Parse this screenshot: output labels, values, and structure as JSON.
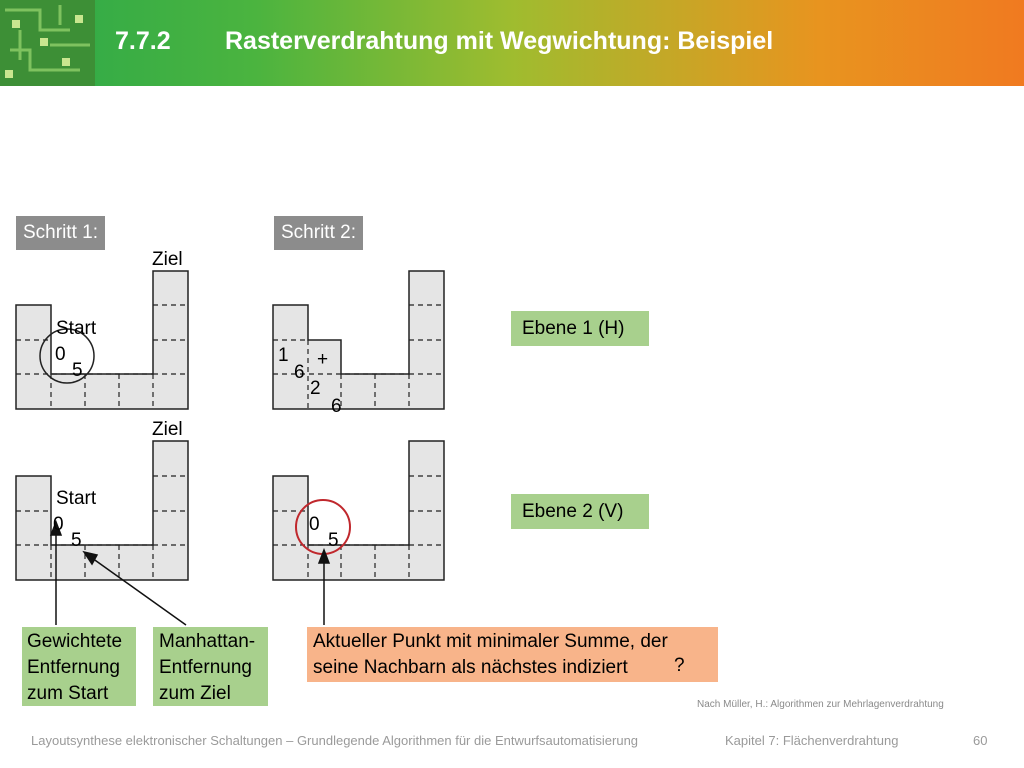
{
  "header": {
    "section_number": "7.7.2",
    "title": "Rasterverdrahtung mit Wegwichtung: Beispiel"
  },
  "labels": {
    "step1": "Schritt 1:",
    "step2": "Schritt 2:",
    "layer1": "Ebene 1 (H)",
    "layer2": "Ebene 2 (V)",
    "ziel": "Ziel",
    "start": "Start"
  },
  "step1_top": {
    "cost_a": "0",
    "cost_b": "5"
  },
  "step1_bottom": {
    "cost_a": "0",
    "cost_b": "5"
  },
  "step2_top": {
    "v1": "1",
    "v2": "6",
    "plus": "+",
    "v3": "2",
    "v4": "6"
  },
  "step2_bottom": {
    "cost_a": "0",
    "cost_b": "5"
  },
  "annotations": {
    "weighted": [
      "Gewichtete",
      "Entfernung",
      "zum Start"
    ],
    "manhattan": [
      "Manhattan-",
      "Entfernung",
      "zum Ziel"
    ],
    "current_point": [
      "Aktueller Punkt mit minimaler Summe, der",
      "seine Nachbarn als nächstes indiziert"
    ],
    "question_mark": "?"
  },
  "source": "Nach Müller, H.: Algorithmen zur Mehrlagenverdrahtung",
  "footer": {
    "course": "Layoutsynthese elektronischer Schaltungen – Grundlegende Algorithmen für die Entwurfsautomatisierung",
    "chapter": "Kapitel 7: Flächenverdrahtung",
    "page": "60"
  },
  "colors": {
    "header_start": "#2aa84a",
    "header_end": "#f07a20",
    "grey_label": "#8c8c8c",
    "green_box": "#a8d08d",
    "orange_box": "#f8b48a",
    "highlight_circle": "#c0282d",
    "grid_fill": "#e5e5e5"
  }
}
